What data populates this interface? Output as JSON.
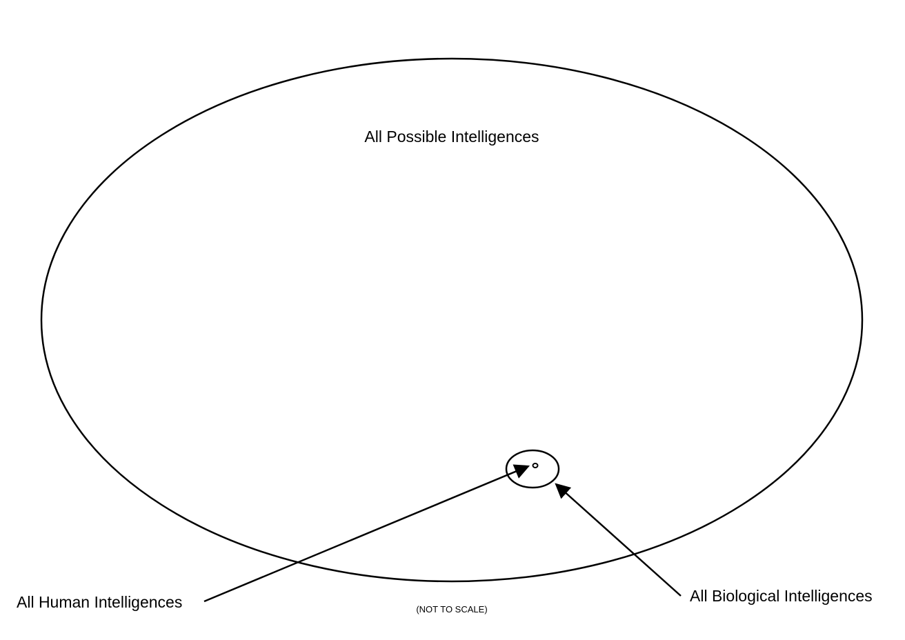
{
  "labels": {
    "possible": "All Possible Intelligences",
    "human": "All Human Intelligences",
    "biological": "All Biological Intelligences",
    "note": "(NOT TO SCALE)"
  },
  "colors": {
    "stroke": "#000000",
    "background": "#ffffff"
  }
}
